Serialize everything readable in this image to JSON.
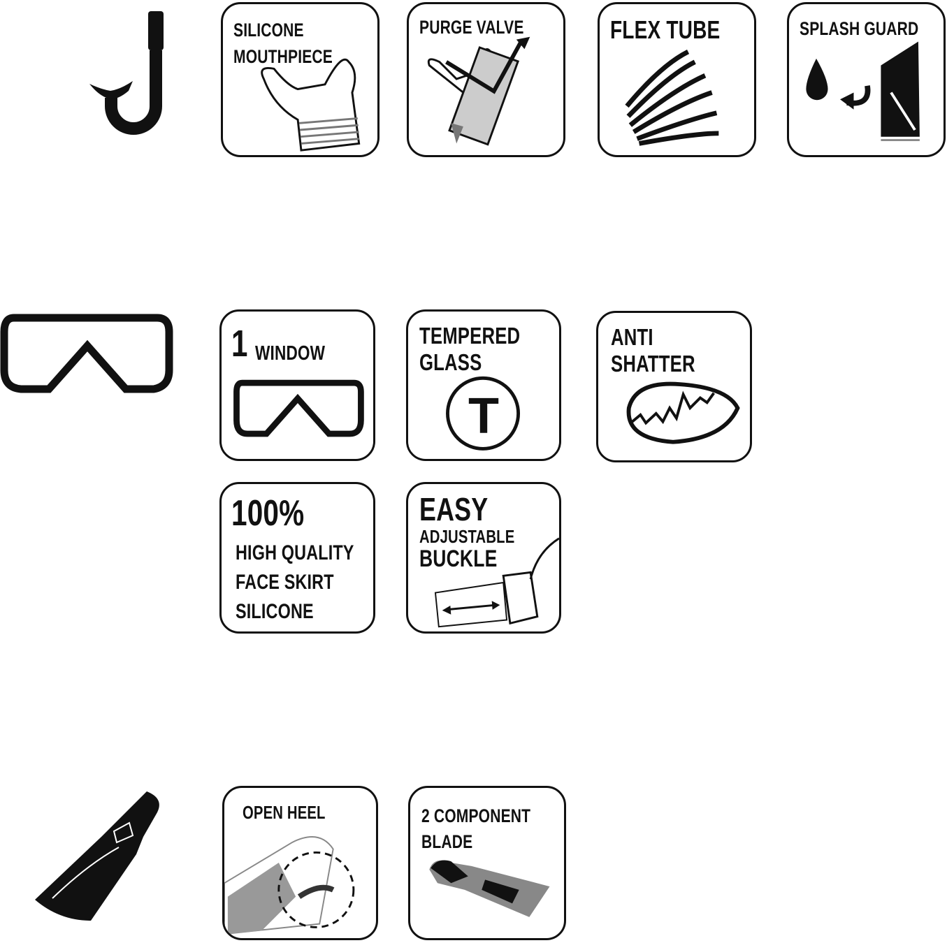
{
  "products": [
    {
      "name": "snorkel",
      "icon": "snorkel-icon",
      "features": [
        {
          "lines": [
            "SILICONE",
            "MOUTHPIECE"
          ],
          "icon": "mouthpiece-icon"
        },
        {
          "lines": [
            "PURGE VALVE"
          ],
          "icon": "purge-valve-icon"
        },
        {
          "lines": [
            "FLEX TUBE"
          ],
          "icon": "flex-tube-icon"
        },
        {
          "lines": [
            "SPLASH GUARD"
          ],
          "icon": "splash-guard-icon"
        }
      ]
    },
    {
      "name": "mask",
      "icon": "mask-icon",
      "features": [
        {
          "number": "1",
          "lines": [
            "WINDOW"
          ],
          "icon": "mask-window-icon"
        },
        {
          "lines": [
            "TEMPERED",
            "GLASS"
          ],
          "icon": "tempered-t-icon",
          "symbol": "T"
        },
        {
          "lines": [
            "ANTI",
            "SHATTER"
          ],
          "icon": "shatter-lens-icon"
        },
        {
          "lines": [
            "100%",
            "HIGH QUALITY",
            "FACE SKIRT",
            "SILICONE"
          ]
        },
        {
          "lines": [
            "EASY",
            "ADJUSTABLE",
            "BUCKLE"
          ],
          "icon": "buckle-icon"
        }
      ]
    },
    {
      "name": "fin",
      "icon": "fin-icon",
      "features": [
        {
          "lines": [
            "OPEN HEEL"
          ],
          "icon": "open-heel-icon"
        },
        {
          "lines": [
            "2 COMPONENT",
            "BLADE"
          ],
          "icon": "two-component-blade-icon"
        }
      ]
    }
  ]
}
